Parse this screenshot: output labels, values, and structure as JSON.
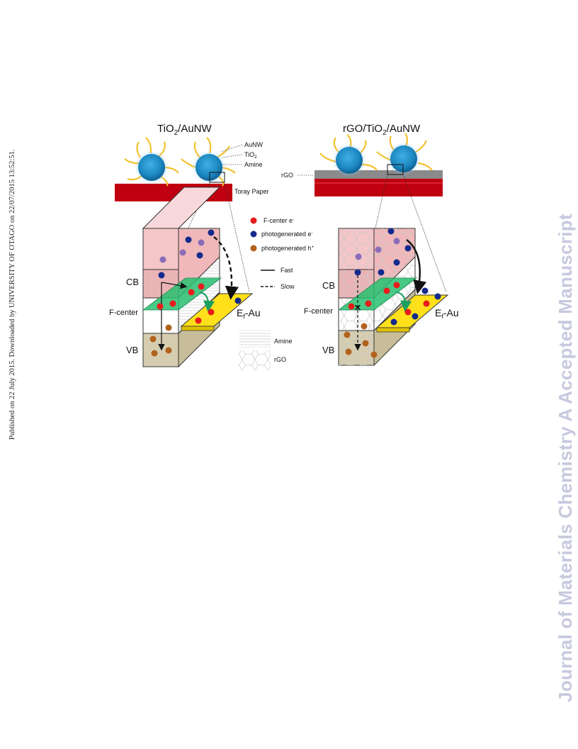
{
  "side_note": "Published on 22 July 2015. Downloaded by UNIVERSITY OF OTAGO on 22/07/2015 13:52:51.",
  "watermark": "Journal of Materials Chemistry A Accepted Manuscript",
  "colors": {
    "substrate": "#c00010",
    "sphere": "#1f8cc4",
    "wire": "#f2c230",
    "cb_box": "#f4c6c8",
    "vb_box": "#d6cdb0",
    "fcenter_plane": "#28c070",
    "au_plate": "#ffe01a",
    "rgo_layer": "#8a8a8a",
    "electron_red": "#e81c1c",
    "electron_blue": "#142a8c",
    "hole_orange": "#b2621c"
  },
  "figure": {
    "left_panel": {
      "title_main": "TiO",
      "title_sub": "2",
      "title_tail": "/AuNW",
      "label_aunw": "AuNW",
      "label_tio2_main": "TiO",
      "label_tio2_sub": "2",
      "label_amine": "Amine",
      "label_substrate": "Toray Paper",
      "label_cb": "CB",
      "label_fcenter": "F-center",
      "label_vb": "VB",
      "label_ef": "E",
      "label_ef_sub": "f",
      "label_ef_tail": "-Au"
    },
    "right_panel": {
      "title_main": "rGO/TiO",
      "title_sub": "2",
      "title_tail": "/AuNW",
      "label_rgo": "rGO",
      "label_cb": "CB",
      "label_fcenter": "F-center",
      "label_vb": "VB",
      "label_ef": "E",
      "label_ef_sub": "f",
      "label_ef_tail": "-Au"
    },
    "legend": {
      "f_center_electron": "F-center e",
      "f_center_electron_sup": "-",
      "photo_electron": "photogenerated e",
      "photo_electron_sup": "-",
      "photo_hole": "photogenerated h",
      "photo_hole_sup": "+",
      "fast": "Fast",
      "slow": "Slow",
      "amine": "Amine",
      "rgo": "rGO"
    }
  }
}
